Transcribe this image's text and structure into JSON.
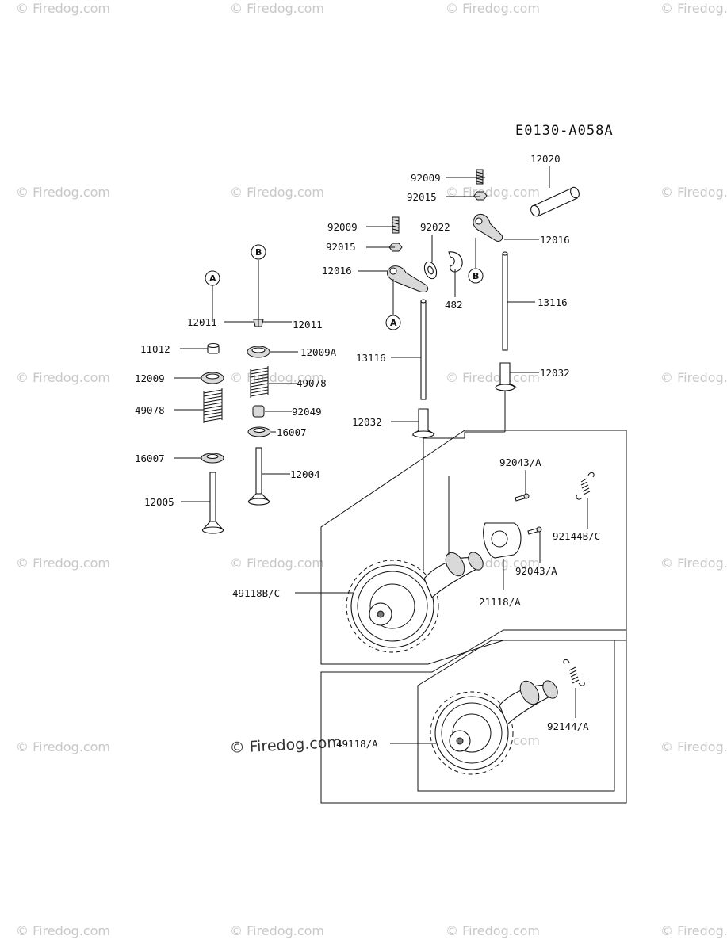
{
  "diagram_code": "E0130-A058A",
  "watermark": "© Firedog.com",
  "callouts": [
    "A",
    "B"
  ],
  "labels": {
    "l92009a": "92009",
    "l92015a": "92015",
    "l12020": "12020",
    "l92009b": "92009",
    "l92015b": "92015",
    "l92022": "92022",
    "l12016a": "12016",
    "l12016b": "12016",
    "l482": "482",
    "l12011a": "12011",
    "l12011b": "12011",
    "l13116a": "13116",
    "l13116b": "13116",
    "l11012": "11012",
    "l12009a": "12009A",
    "l12009": "12009",
    "l49078a": "49078",
    "l49078b": "49078",
    "l92049": "92049",
    "l12032a": "12032",
    "l12032b": "12032",
    "l16007a": "16007",
    "l16007b": "16007",
    "l12004": "12004",
    "l12005": "12005",
    "l92043a": "92043/A",
    "l92043b": "92043/A",
    "l92144bc": "92144B/C",
    "l49118bc": "49118B/C",
    "l21118": "21118/A",
    "l49118a": "49118/A",
    "l92144a": "92144/A"
  }
}
